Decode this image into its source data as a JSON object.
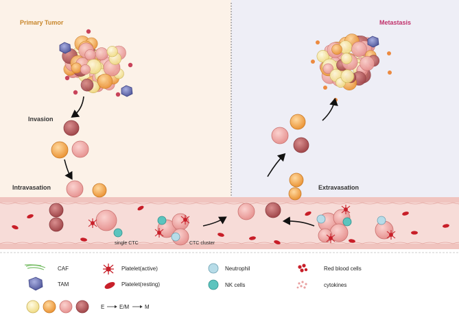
{
  "panels": {
    "primary_tumor": "Primary Tumor",
    "metastasis": "Metastasis"
  },
  "steps": {
    "invasion": "Invasion",
    "intravasation": "Intravasation",
    "extravasation": "Extravasation"
  },
  "annotations": {
    "single_ctc": "single CTC",
    "ctc_cluster": "CTC cluster"
  },
  "legend": {
    "caf": "CAF",
    "tam": "TAM",
    "platelet_active": "Platelet(active)",
    "platelet_resting": "Platelet(resting)",
    "neutrophil": "Neutrophil",
    "nk_cells": "NK cells",
    "rbc": "Red blood cells",
    "cytokines": "cytokines",
    "emt_e": "E",
    "emt_em": "E/M",
    "emt_m": "M"
  },
  "colors": {
    "left_bg": "#fcf2e8",
    "right_bg": "#eeeef6",
    "vessel": "#f6d6d2",
    "vessel_wall": "#e7aaa5",
    "primary_title": "#c8862a",
    "metastasis_title": "#c0306a",
    "cell_epithelial": "#f8e9b0",
    "cell_orange": "#f2a24c",
    "cell_pink": "#eda6a4",
    "cell_mesenchymal": "#b85b5e",
    "tam": "#6a72b8",
    "rbc": "#c81e28",
    "neutrophil": "#b7dce8",
    "nk": "#5cc4be"
  }
}
